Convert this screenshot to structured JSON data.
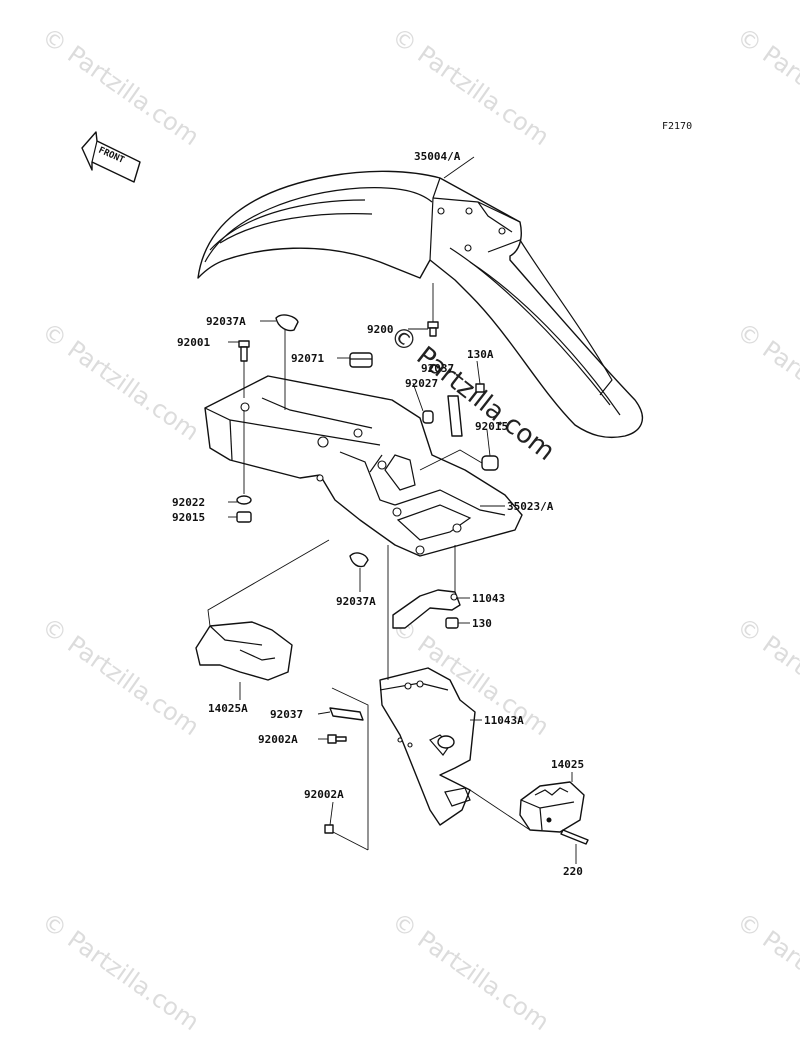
{
  "diagram": {
    "code": "F2170",
    "front_label": "FRONT",
    "labels": {
      "l35004A": "35004/A",
      "l92037A_top": "92037A",
      "l92001": "92001",
      "l92071": "92071",
      "l9200x": "9200",
      "l92037_mid": "92037",
      "l130A": "130A",
      "l92027": "92027",
      "l92015_right": "92015",
      "l92022": "92022",
      "l92015_left": "92015",
      "l35023A": "35023/A",
      "l92037A_bottom": "92037A",
      "l11043": "11043",
      "l130": "130",
      "l14025A": "14025A",
      "l92037_low": "92037",
      "l11043A": "11043A",
      "l92002A_1": "92002A",
      "l14025": "14025",
      "l92002A_2": "92002A",
      "l220": "220"
    }
  },
  "watermark": {
    "text": "© Partzilla.com",
    "center_text": "© Partzilla.com"
  },
  "colors": {
    "line": "#111111",
    "watermark": "#dcdcdc",
    "background": "#ffffff"
  }
}
